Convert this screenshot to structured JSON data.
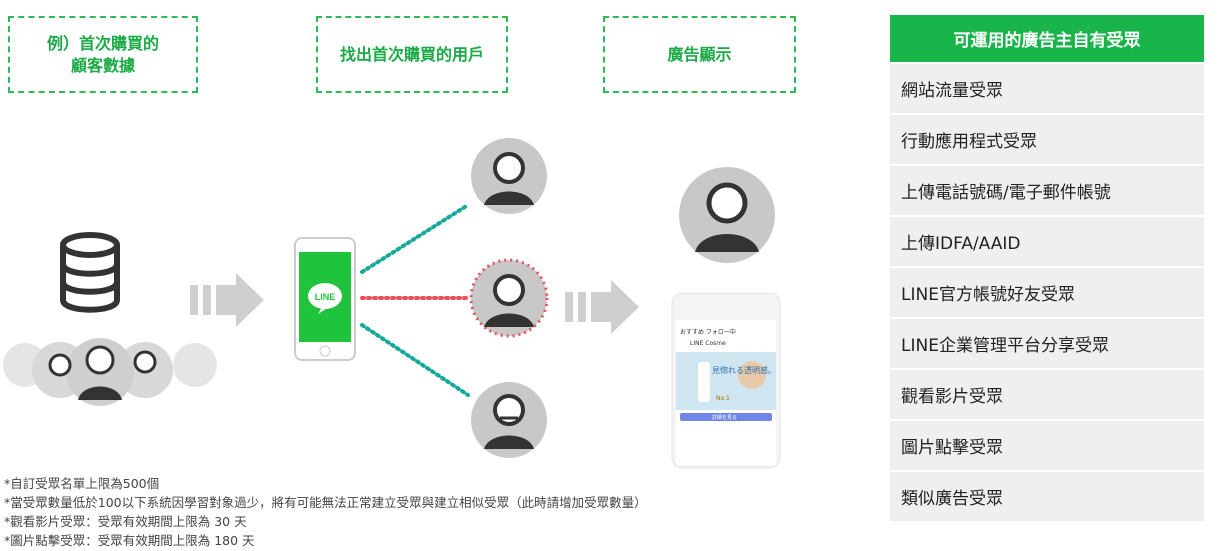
{
  "steps": [
    "例）首次購買的\n顧客數據",
    "找出首次購買的用戶",
    "廣告顯示"
  ],
  "phone_logo": "LINE",
  "ad_mock": {
    "tabs": "おすすめ  フォロー中",
    "account": "LINE Cosme",
    "headline": "見惚れる透明感。",
    "badge": "No.1",
    "button": "詳細を見る"
  },
  "table": {
    "header": "可運用的廣告主自有受眾",
    "rows": [
      "網站流量受眾",
      "行動應用程式受眾",
      "上傳電話號碼/電子郵件帳號",
      "上傳IDFA/AAID",
      "LINE官方帳號好友受眾",
      "LINE企業管理平台分享受眾",
      "觀看影片受眾",
      "圖片點擊受眾",
      "類似廣告受眾"
    ]
  },
  "notes": [
    "*自訂受眾名單上限為500個",
    "*當受眾數量低於100以下系統因學習對象過少，將有可能無法正常建立受眾與建立相似受眾（此時請增加受眾數量）",
    "*觀看影片受眾：受眾有效期間上限為 30 天",
    "*圖片點擊受眾：受眾有效期間上限為 180 天"
  ],
  "colors": {
    "green": "#19b44a",
    "teal": "#16a89a",
    "red": "#e8515a",
    "gray": "#bdbdbd"
  }
}
